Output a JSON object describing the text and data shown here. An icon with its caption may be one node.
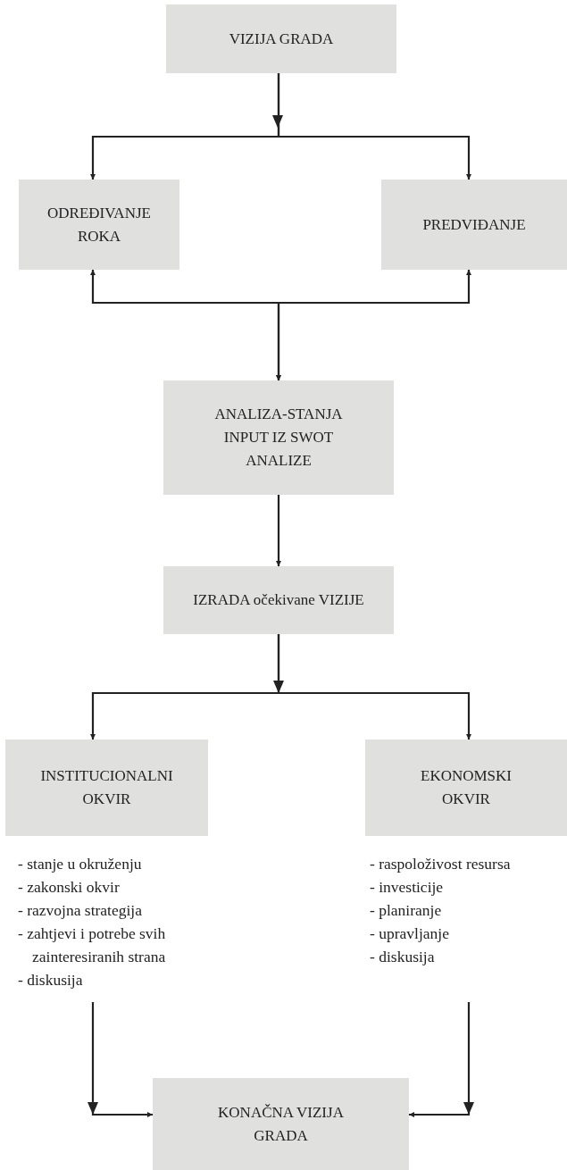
{
  "diagram": {
    "nodes": [
      {
        "text": [
          "VIZIJA GRADA"
        ]
      },
      {
        "text": [
          "ODREĐIVANJE ROKA"
        ]
      },
      {
        "text": [
          "PREDVIĐANJE"
        ]
      },
      {
        "text": [
          "ANALIZA-STANJA INPUT IZ SWOT ANALIZE"
        ]
      },
      {
        "text": [
          "IZRADA očekivane VIZIJE"
        ]
      },
      {
        "text": [
          "INSTITUCIONALNI OKVIR"
        ],
        "beside": [
          "- stanje u okruženju",
          "- zakonski okvir",
          "- razvojna strategija",
          "- zahtjevi i potrebe svih zainteresiranih strana",
          "- diskusija"
        ]
      },
      {
        "text": [
          "EKONOMSKI OKVIR"
        ],
        "beside": [
          "- raspoloživost resursa",
          "- investicije",
          "- planiranje",
          "- upravljanje",
          "- diskusija"
        ]
      },
      {
        "text": [
          "KONAČNA VIZIJA GRADA"
        ]
      }
    ],
    "edges": [
      {
        "from": 0,
        "to": 1,
        "arrow": "to"
      },
      {
        "from": 0,
        "to": 2,
        "arrow": "to"
      },
      {
        "from": 1,
        "to": 3,
        "arrow": "both"
      },
      {
        "from": 2,
        "to": 3,
        "arrow": "both"
      },
      {
        "from": 3,
        "to": 4,
        "arrow": "to"
      },
      {
        "from": 4,
        "to": 5,
        "arrow": "to"
      },
      {
        "from": 4,
        "to": 6,
        "arrow": "to"
      },
      {
        "from": 5,
        "to": 7,
        "arrow": "to"
      },
      {
        "from": 6,
        "to": 7,
        "arrow": "to"
      }
    ]
  }
}
